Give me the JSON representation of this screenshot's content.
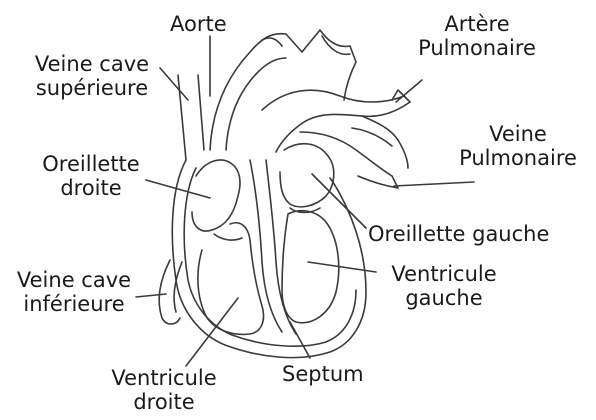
{
  "labels": {
    "aorte": "Aorte",
    "artere_1": "Artère",
    "artere_2": "Pulmonaire",
    "vcs_1": "Veine cave",
    "vcs_2": "supérieure",
    "veine_pulm_1": "Veine",
    "veine_pulm_2": "Pulmonaire",
    "oreillette_droite_1": "Oreillette",
    "oreillette_droite_2": "droite",
    "oreillette_gauche": "Oreillette gauche",
    "vci_1": "Veine cave",
    "vci_2": "inférieure",
    "ventricule_gauche_1": "Ventricule",
    "ventricule_gauche_2": "gauche",
    "septum": "Septum",
    "ventricule_droit_1": "Ventricule",
    "ventricule_droit_2": "droite"
  },
  "colors": {
    "text": "#1a1a1a",
    "line": "#3a3a3a",
    "background": "#ffffff"
  }
}
